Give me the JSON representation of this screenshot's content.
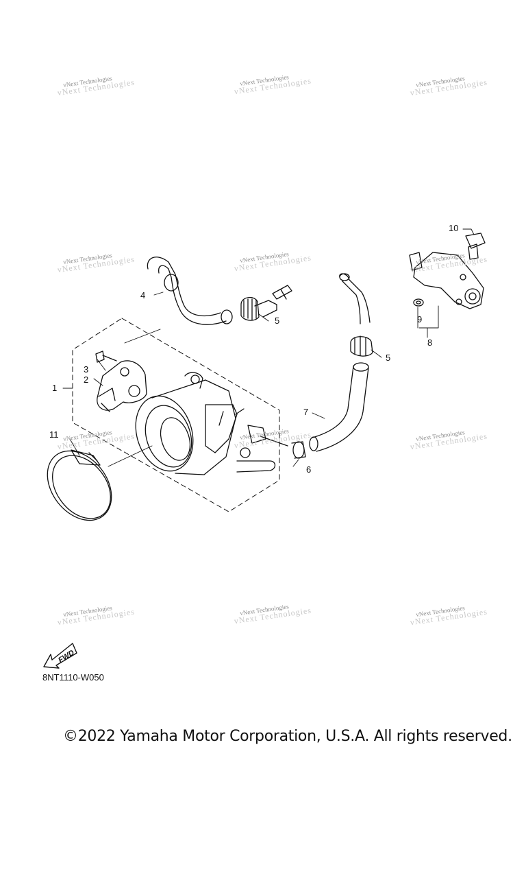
{
  "watermark_text": "vNext Technologies",
  "callouts": [
    "1",
    "2",
    "3",
    "4",
    "5",
    "5",
    "6",
    "7",
    "8",
    "9",
    "10",
    "11"
  ],
  "fwd_label": "FWD",
  "diagram_code": "8NT1110-W050",
  "copyright": "©2022 Yamaha Motor Corporation, U.S.A. All rights reserved."
}
